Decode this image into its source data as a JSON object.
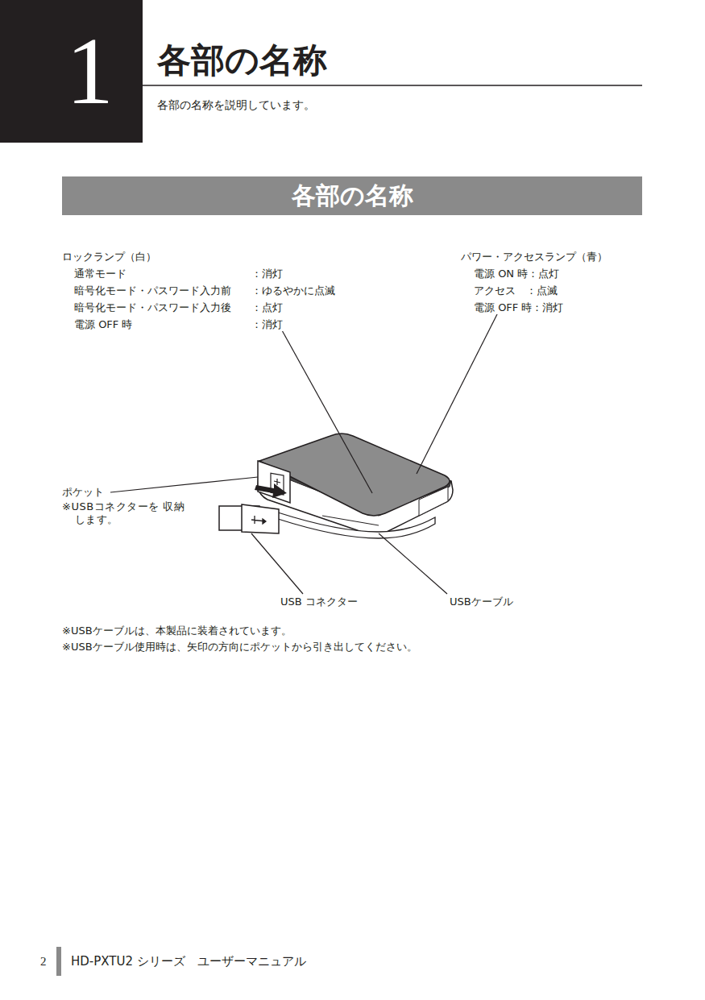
{
  "diagram": {
    "title": "各部の名称",
    "nodes": [
      {
        "text": [
          "1"
        ]
      },
      {
        "text": [
          "各部の名称"
        ]
      }
    ],
    "labels": [
      "各部の名称を説明しています。",
      "ロックランプ（白）",
      "通常モード",
      "：消灯",
      "暗号化モード・パスワード入力前",
      "：ゆるやかに点滅",
      "暗号化モード・パスワード入力後",
      "：点灯",
      "電源 OFF 時",
      "：消灯",
      "パワー・アクセスランプ（青）",
      "電源 ON 時：点灯",
      "アクセス　：点滅",
      "電源 OFF 時：消灯",
      "ポケット",
      "※USBコネクターを 収納します。",
      "USB コネクター",
      "USBケーブル",
      "※USBケーブルは、本製品に装着されています。",
      "※USBケーブル使用時は、矢印の方向にポケットから引き出してください。",
      "2",
      "HD-PXTU2 シリーズ　ユーザーマニュアル"
    ]
  }
}
